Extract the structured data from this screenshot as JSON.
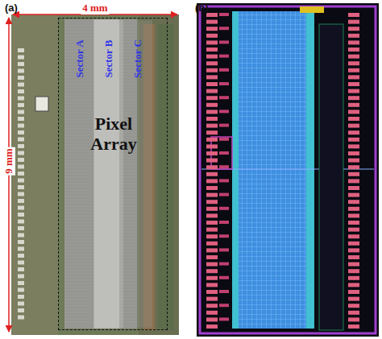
{
  "diagram": {
    "nodes": [
      {
        "text": [
          "Pixel Array"
        ]
      },
      {
        "text": [
          "Sector A"
        ],
        "in": 0
      },
      {
        "text": [
          "Sector B"
        ],
        "in": 0
      },
      {
        "text": [
          "Sector C"
        ],
        "in": 0
      }
    ],
    "labels": [
      "(a)",
      "(b)",
      "4 mm",
      "9 mm"
    ]
  }
}
